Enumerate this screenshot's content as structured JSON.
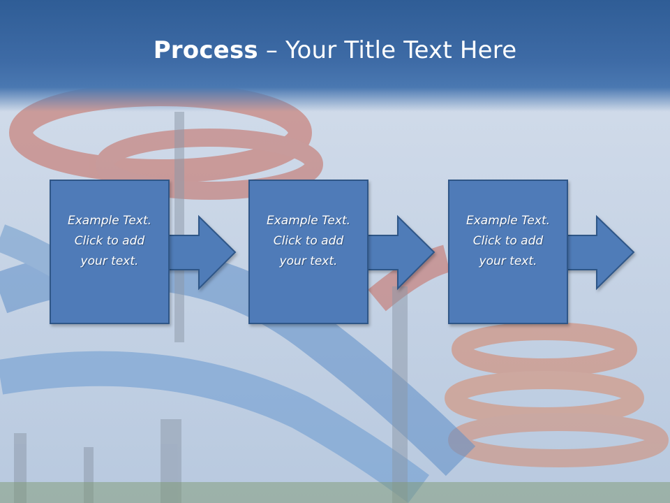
{
  "slide": {
    "title_bold": "Process",
    "title_rest": " – Your Title Text Here"
  },
  "steps": [
    {
      "text": "Example Text.\nClick  to add\nyour text."
    },
    {
      "text": "Example Text.\nClick  to add\nyour text."
    },
    {
      "text": "Example Text.\nClick  to add\nyour text."
    }
  ],
  "colors": {
    "header": "#3e6ba6",
    "box_fill": "#4f7bb8",
    "box_border": "#2f5687",
    "title_text": "#ffffff"
  }
}
